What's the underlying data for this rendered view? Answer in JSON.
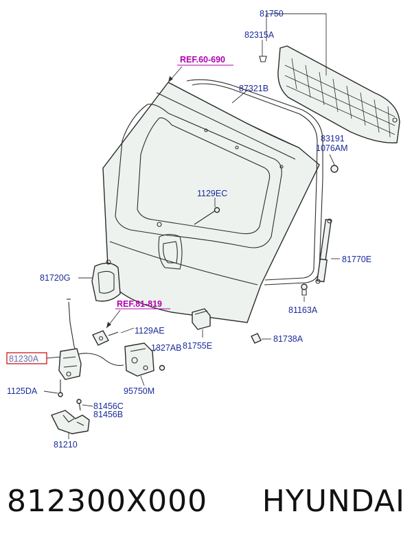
{
  "diagram": {
    "refs": [
      "REF.60-690",
      "REF.81-819"
    ],
    "labels": {
      "p81750": "81750",
      "p82315A": "82315A",
      "p87321B": "87321B",
      "p83191": "83191",
      "p1076AM": "1076AM",
      "p1129EC": "1129EC",
      "p81770E": "81770E",
      "p81720G": "81720G",
      "p81163A": "81163A",
      "p1129AE": "1129AE",
      "p81230A": "81230A",
      "p1327AB": "1327AB",
      "p81755E": "81755E",
      "p81738A": "81738A",
      "p1125DA": "1125DA",
      "p95750M": "95750M",
      "p81456C": "81456C",
      "p81456B": "81456B",
      "p81210": "81210"
    },
    "highlighted_part": "81230A",
    "highlight_color": "#cc0000",
    "label_color": "#1a2a9a",
    "ref_color": "#b000b0"
  },
  "footer": {
    "part_number": "812300X000",
    "brand": "HYUNDAI"
  }
}
